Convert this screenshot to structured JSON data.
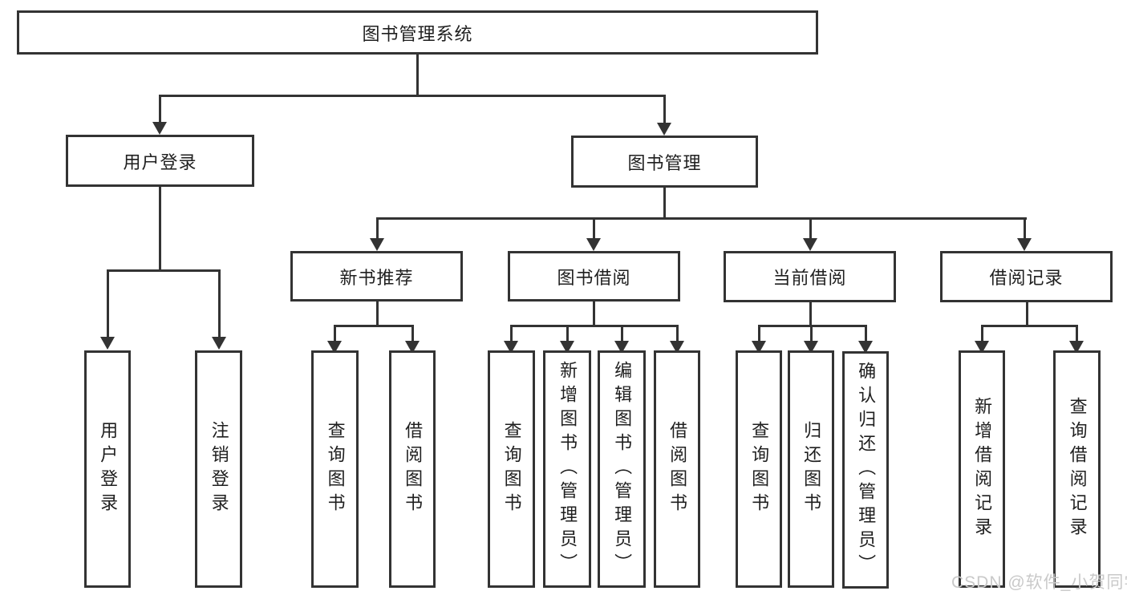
{
  "diagram": {
    "root": {
      "label": "图书管理系统"
    },
    "level2": {
      "user_login": {
        "label": "用户登录"
      },
      "book_mgmt": {
        "label": "图书管理"
      }
    },
    "level3": {
      "new_books": {
        "label": "新书推荐"
      },
      "book_borrow": {
        "label": "图书借阅"
      },
      "current_borrow": {
        "label": "当前借阅"
      },
      "borrow_records": {
        "label": "借阅记录"
      }
    },
    "leaves": {
      "user_login": [
        "用户登录",
        "注销登录"
      ],
      "new_books": [
        "查询图书",
        "借阅图书"
      ],
      "book_borrow": [
        "查询图书",
        "新增图书（管理员）",
        "编辑图书（管理员）",
        "借阅图书"
      ],
      "current_borrow": [
        "查询图书",
        "归还图书",
        "确认归还（管理员）"
      ],
      "borrow_records": [
        "新增借阅记录",
        "查询借阅记录"
      ]
    }
  },
  "watermark": {
    "text": "CSDN @软件_小贺同学"
  },
  "colors": {
    "line": "#333333",
    "text": "#1f1f1f",
    "watermark": "#c9c9c9",
    "background": "#ffffff"
  }
}
